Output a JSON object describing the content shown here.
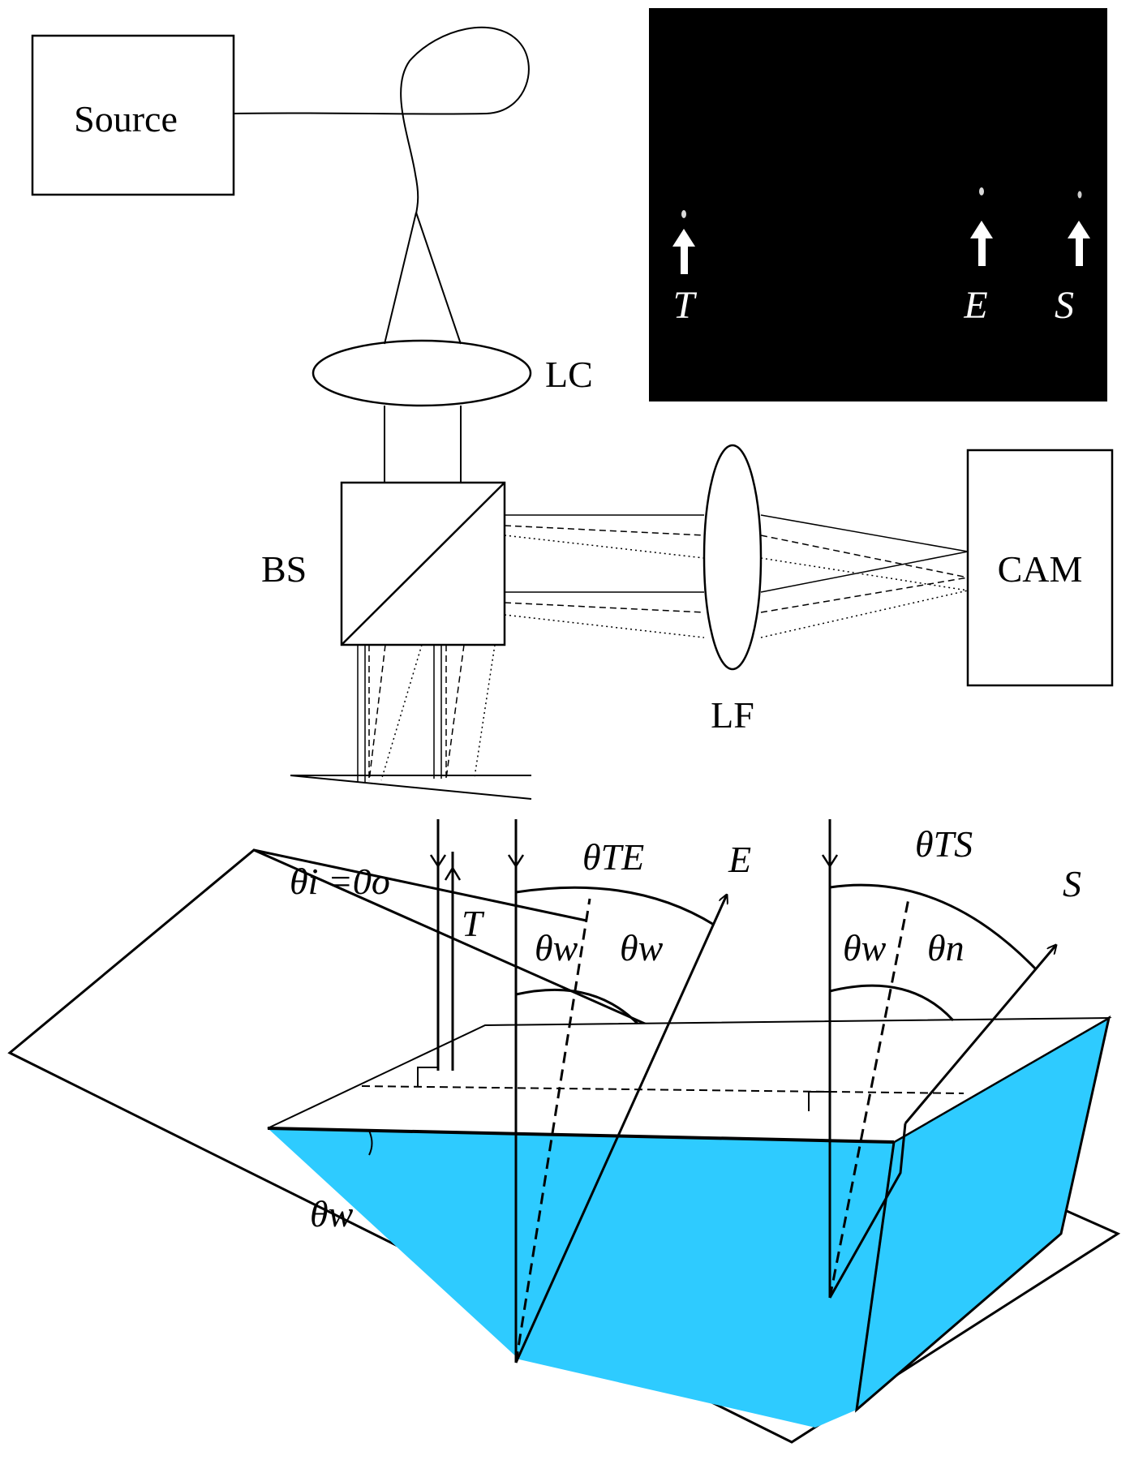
{
  "setup": {
    "source_label": "Source",
    "collimator_lens_label": "LC",
    "beam_splitter_label": "BS",
    "focusing_lens_label": "LF",
    "camera_label": "CAM"
  },
  "inset": {
    "background": "#000000",
    "spot_labels": [
      "T",
      "E",
      "S"
    ]
  },
  "wedge": {
    "wedge_color": "#2ECBFF",
    "incidence_label": "θi =0o",
    "labels": {
      "T": "T",
      "E": "E",
      "S": "S",
      "theta_TE": "θTE",
      "theta_TS": "θTS",
      "theta_w": "θw",
      "theta_n": "θn"
    }
  }
}
